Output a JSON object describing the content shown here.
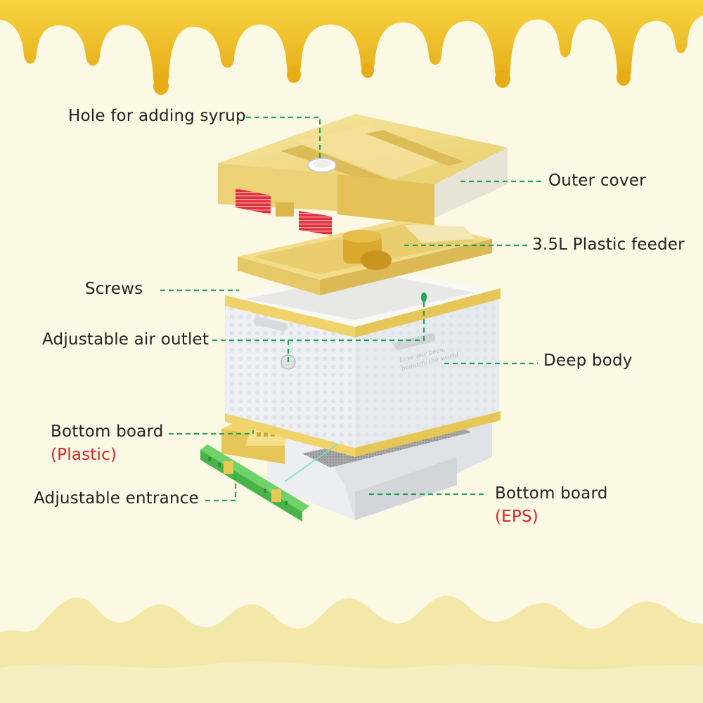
{
  "colors": {
    "background": "#fbf8e4",
    "honey": "#f4c528",
    "honey_dark": "#dca111",
    "cream_wave": "#f3e8a8",
    "hive_yellow": "#ecd57c",
    "hive_white": "#f4f5f7",
    "vent_red": "#e0303b",
    "leader_green": "#21a35a",
    "label_text": "#222222",
    "material_red": "#d8232a"
  },
  "labels": {
    "syrup_hole": "Hole for adding syrup",
    "outer_cover": "Outer cover",
    "plastic_feeder": "3.5L Plastic feeder",
    "screws": "Screws",
    "air_outlet": "Adjustable air outlet",
    "deep_body": "Deep body",
    "bottom_plastic": "Bottom board",
    "bottom_plastic_material": "(Plastic)",
    "entrance": "Adjustable entrance",
    "bottom_eps": "Bottom board",
    "bottom_eps_material": "(EPS)"
  },
  "body_text": "Love our bees,\nbeautify the world",
  "icons": [
    "honey-drip",
    "cream-wave",
    "bee-hive"
  ]
}
